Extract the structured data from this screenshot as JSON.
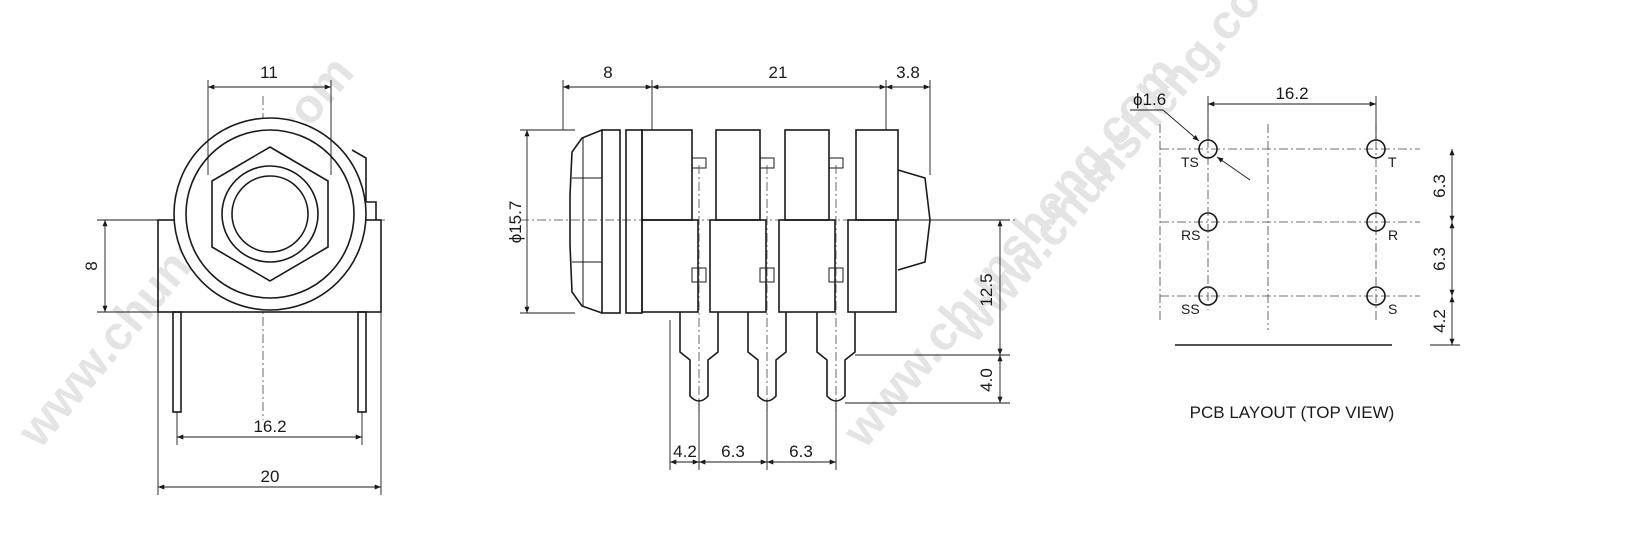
{
  "watermark": "www.chunsheng.com",
  "front_view": {
    "dim_top": "11",
    "dim_height": "8",
    "dim_pin_spacing": "16.2",
    "dim_width": "20"
  },
  "side_view": {
    "dim_flange": "8",
    "dim_body": "21",
    "dim_tail": "3.8",
    "dim_diameter": "ϕ15.7",
    "dim_height": "12.5",
    "dim_pin": "4.0",
    "dim_pitch_1": "4.2",
    "dim_pitch_2": "6.3",
    "dim_pitch_3": "6.3"
  },
  "pcb_layout": {
    "hole_dia": "ϕ1.6",
    "dim_width": "16.2",
    "dim_row_1": "6.3",
    "dim_row_2": "6.3",
    "dim_row_3": "4.2",
    "pin_labels": [
      "TS",
      "T",
      "RS",
      "R",
      "SS",
      "S"
    ],
    "caption": "PCB LAYOUT (TOP VIEW)"
  }
}
